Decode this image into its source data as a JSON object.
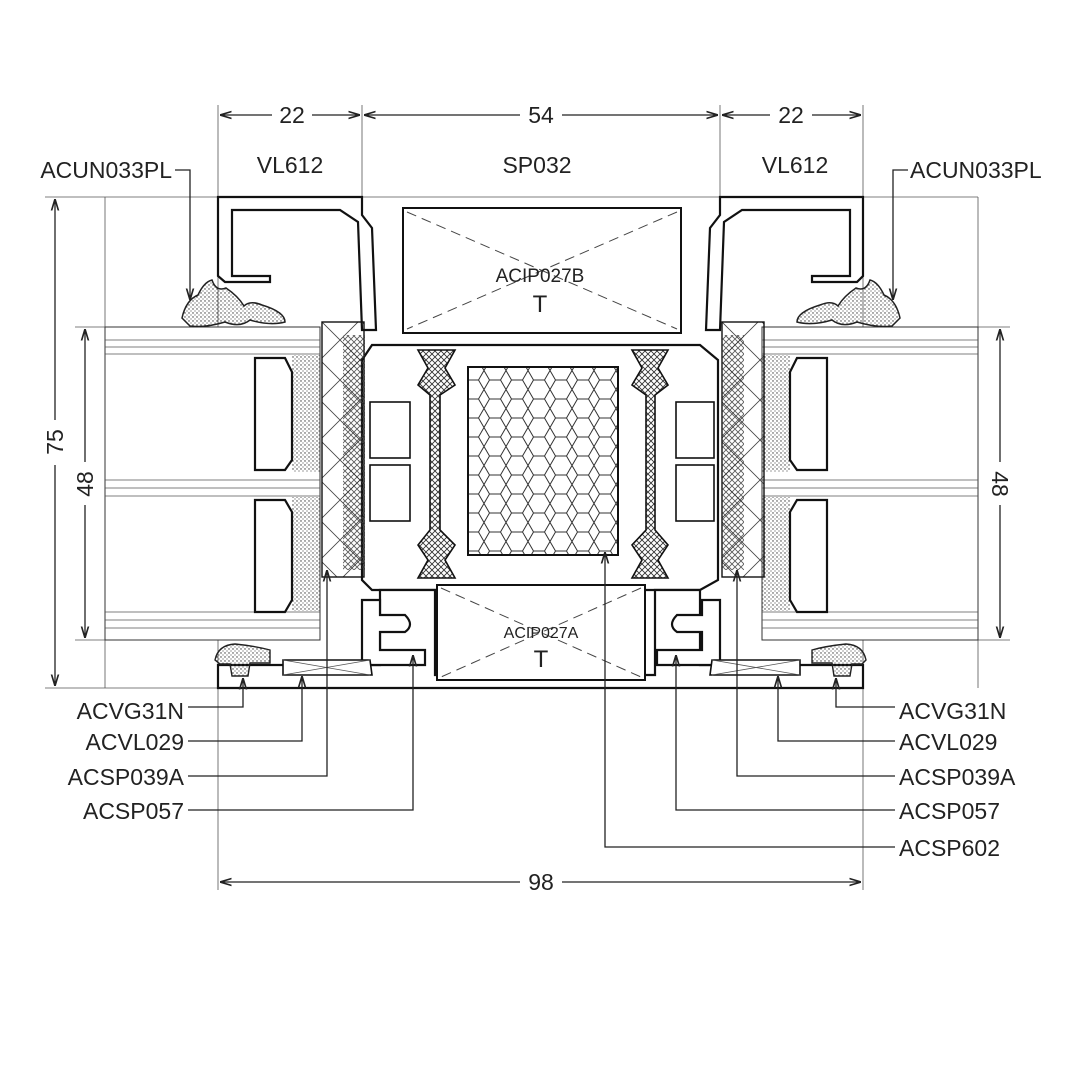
{
  "dimensions": {
    "top_left_width": "22",
    "top_center_width": "54",
    "top_right_width": "22",
    "overall_height": "75",
    "left_glass_height": "48",
    "right_glass_height": "48",
    "overall_width": "98"
  },
  "profiles": {
    "left_profile": "VL612",
    "center_profile": "SP032",
    "right_profile": "VL612",
    "top_insert": "ACIP027B",
    "bottom_insert": "ACIP027A",
    "insert_symbol": "T"
  },
  "callouts_left": [
    "ACUN033PL",
    "ACVG31N",
    "ACVL029",
    "ACSP039A",
    "ACSP057"
  ],
  "callouts_right": [
    "ACUN033PL",
    "ACVG31N",
    "ACVL029",
    "ACSP039A",
    "ACSP057",
    "ACSP602"
  ]
}
